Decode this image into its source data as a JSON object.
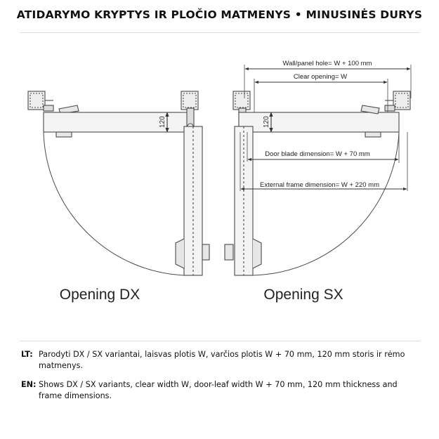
{
  "header": {
    "title": "ATIDARYMO KRYPTYS IR PLOČIO MATMENYS • MINUSINĖS DURYS"
  },
  "diagram": {
    "dimensions": {
      "wall_hole": "Wall/panel hole= W + 100 mm",
      "clear_opening": "Clear opening= W",
      "thickness": "120",
      "door_blade": "Door blade dimension= W + 70 mm",
      "external_frame": "External frame dimension= W + 220 mm"
    },
    "labels": {
      "dx": "Opening DX",
      "sx": "Opening SX"
    },
    "colors": {
      "line": "#4a4a4a",
      "fill": "#f2f2f2"
    }
  },
  "captions": [
    {
      "lang": "LT:",
      "text": "Parodyti DX / SX variantai, laisvas plotis W, varčios plotis W + 70 mm, 120 mm storis ir rėmo matmenys."
    },
    {
      "lang": "EN:",
      "text": "Shows DX / SX variants, clear width W, door-leaf width W + 70 mm, 120 mm thickness and frame dimensions."
    }
  ]
}
